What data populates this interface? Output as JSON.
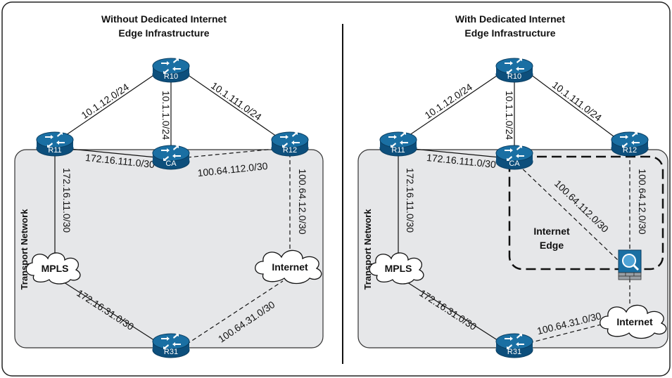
{
  "left_panel": {
    "title_line1": "Without Dedicated Internet",
    "title_line2": "Edge Infrastructure",
    "transport_label": "Transport Network",
    "routers": {
      "r10": "R10",
      "r11": "R11",
      "r12": "R12",
      "ca": "CA",
      "r31": "R31"
    },
    "clouds": {
      "mpls": "MPLS",
      "internet": "Internet"
    },
    "links": {
      "r11_r10": "10.1.12.0/24",
      "r10_ca": "10.1.1.0/24",
      "r10_r12": "10.1.111.0/24",
      "r11_ca": "172.16.111.0/30",
      "ca_r12": "100.64.112.0/30",
      "r11_mpls": "172.16.11.0/30",
      "r12_internet": "100.64.12.0/30",
      "mpls_r31": "172.16.31.0/30",
      "r31_internet": "100.64.31.0/30"
    }
  },
  "right_panel": {
    "title_line1": "With Dedicated Internet",
    "title_line2": "Edge Infrastructure",
    "transport_label": "Transport Network",
    "routers": {
      "r10": "R10",
      "r11": "R11",
      "r12": "R12",
      "ca": "CA",
      "r31": "R31"
    },
    "clouds": {
      "mpls": "MPLS",
      "internet": "Internet"
    },
    "internet_edge_line1": "Internet",
    "internet_edge_line2": "Edge",
    "links": {
      "r11_r10": "10.1.12.0/24",
      "r10_ca": "10.1.1.0/24",
      "r10_r12": "10.1.111.0/24",
      "r11_ca": "172.16.111.0/30",
      "ca_firewall": "100.64.112.0/30",
      "r11_mpls": "172.16.11.0/30",
      "r12_firewall": "100.64.12.0/30",
      "mpls_r31": "172.16.31.0/30",
      "r31_internet": "100.64.31.0/30"
    }
  },
  "colors": {
    "router_fill": "#1a6fa3",
    "router_dark": "#0d4f7c",
    "transport_fill": "#e6e7e9",
    "line": "#111111"
  }
}
